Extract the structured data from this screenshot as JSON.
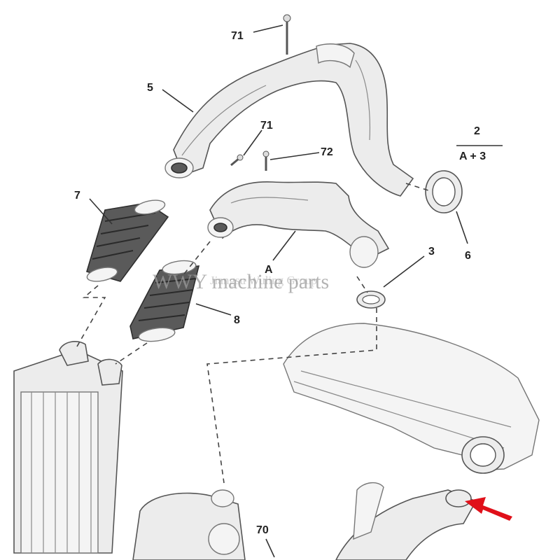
{
  "labels": {
    "l71_top": "71",
    "l5": "5",
    "l71_mid": "71",
    "l72": "72",
    "l2": "2",
    "lA3": "A + 3",
    "l7": "7",
    "lA": "A",
    "l3": "3",
    "l6": "6",
    "l8": "8",
    "l70": "70"
  },
  "watermark": {
    "main": "WWY machine parts",
    "faint": "Jiangsu Wuling Group"
  },
  "colors": {
    "part_fill": "#ececec",
    "hose_fill": "#5a5a5a",
    "arrow": "#e0101a"
  }
}
